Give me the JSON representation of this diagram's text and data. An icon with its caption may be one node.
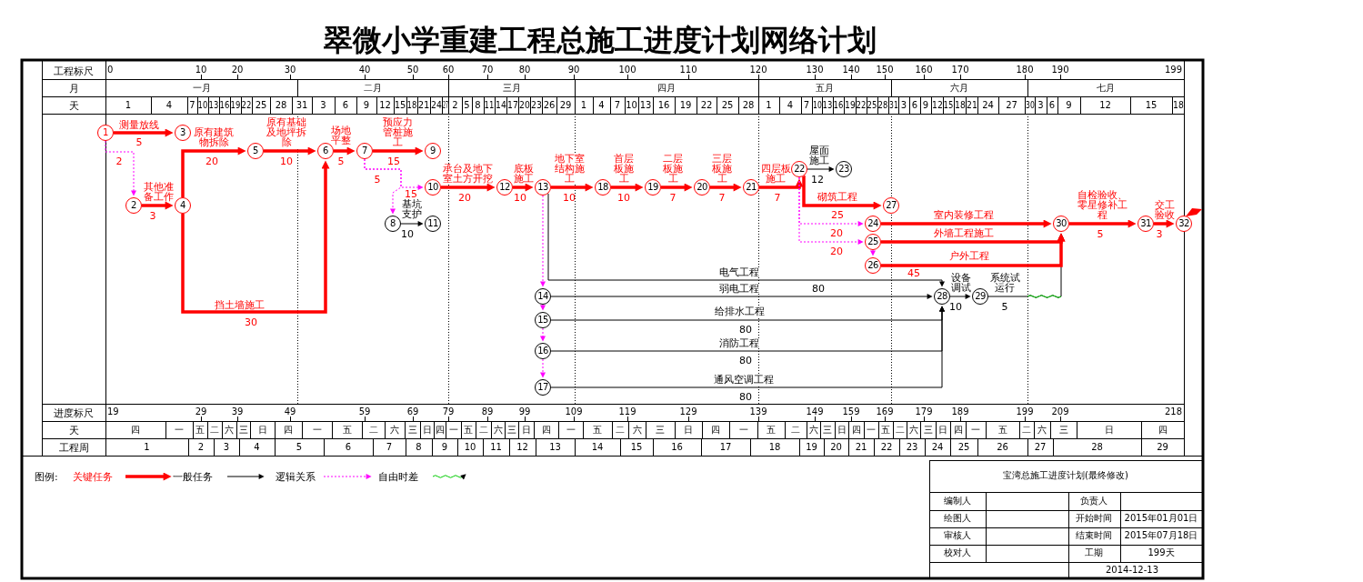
{
  "diagram": {
    "title": "翠微小学重建工程总施工进度计划网络计划",
    "nodes": [
      {
        "text": [
          "1"
        ]
      },
      {
        "text": [
          "2"
        ]
      },
      {
        "text": [
          "3"
        ]
      },
      {
        "text": [
          "4"
        ]
      },
      {
        "text": [
          "5"
        ]
      },
      {
        "text": [
          "6"
        ]
      },
      {
        "text": [
          "7"
        ]
      },
      {
        "text": [
          "8"
        ]
      },
      {
        "text": [
          "9"
        ]
      },
      {
        "text": [
          "10"
        ]
      },
      {
        "text": [
          "11"
        ]
      },
      {
        "text": [
          "12"
        ]
      },
      {
        "text": [
          "13"
        ]
      },
      {
        "text": [
          "14"
        ]
      },
      {
        "text": [
          "15"
        ]
      },
      {
        "text": [
          "16"
        ]
      },
      {
        "text": [
          "17"
        ]
      },
      {
        "text": [
          "18"
        ]
      },
      {
        "text": [
          "19"
        ]
      },
      {
        "text": [
          "20"
        ]
      },
      {
        "text": [
          "21"
        ]
      },
      {
        "text": [
          "22"
        ]
      },
      {
        "text": [
          "23"
        ]
      },
      {
        "text": [
          "24"
        ]
      },
      {
        "text": [
          "25"
        ]
      },
      {
        "text": [
          "26"
        ]
      },
      {
        "text": [
          "27"
        ]
      },
      {
        "text": [
          "28"
        ]
      },
      {
        "text": [
          "29"
        ]
      },
      {
        "text": [
          "30"
        ]
      },
      {
        "text": [
          "31"
        ]
      },
      {
        "text": [
          "32"
        ]
      }
    ],
    "edges": [
      {
        "from": 0,
        "to": 2,
        "arrow": "to",
        "label": "测量放线"
      },
      {
        "from": 0,
        "to": 1,
        "arrow": "to",
        "style": "dashed",
        "color": "#ff00ff"
      },
      {
        "from": 1,
        "to": 3,
        "arrow": "to",
        "label": "其他准备工作"
      },
      {
        "from": 3,
        "to": 4,
        "arrow": "to",
        "label": "原有建筑物拆除"
      },
      {
        "from": 3,
        "to": 5,
        "arrow": "to",
        "label": "挡土墙施工"
      },
      {
        "from": 4,
        "to": 5,
        "arrow": "to",
        "label": "原有基础及地坪拆除"
      },
      {
        "from": 5,
        "to": 6,
        "arrow": "to",
        "label": "场地平整"
      },
      {
        "from": 6,
        "to": 8,
        "arrow": "to",
        "label": "预应力管桩施工"
      },
      {
        "from": 6,
        "to": 9,
        "arrow": "to",
        "style": "dashed",
        "color": "#ff00ff"
      },
      {
        "from": 6,
        "to": 7,
        "arrow": "to",
        "style": "dashed",
        "color": "#ff00ff"
      },
      {
        "from": 7,
        "to": 10,
        "arrow": "to",
        "color": "#000000",
        "label": "基坑支护"
      },
      {
        "from": 9,
        "to": 11,
        "arrow": "to",
        "label": "承台及地下室土方开挖"
      },
      {
        "from": 11,
        "to": 12,
        "arrow": "to",
        "label": "底板施工"
      },
      {
        "from": 12,
        "to": 17,
        "arrow": "to",
        "label": "地下室结构施工"
      },
      {
        "from": 17,
        "to": 18,
        "arrow": "to",
        "label": "首层板施工"
      },
      {
        "from": 18,
        "to": 19,
        "arrow": "to",
        "label": "二层板施工"
      },
      {
        "from": 19,
        "to": 20,
        "arrow": "to",
        "label": "三层板施工"
      },
      {
        "from": 20,
        "to": 21,
        "arrow": "to",
        "label": "四层板施工"
      },
      {
        "from": 21,
        "to": 22,
        "arrow": "to",
        "color": "#000000",
        "label": "屋面施工"
      },
      {
        "from": 21,
        "to": 26,
        "arrow": "to",
        "label": "砌筑工程"
      },
      {
        "from": 21,
        "to": 23,
        "arrow": "to",
        "style": "dashed",
        "color": "#ff00ff"
      },
      {
        "from": 21,
        "to": 24,
        "arrow": "to",
        "style": "dashed",
        "color": "#ff00ff"
      },
      {
        "from": 24,
        "to": 25,
        "arrow": "to",
        "style": "dashed",
        "color": "#ff00ff"
      },
      {
        "from": 12,
        "to": 13,
        "arrow": "to",
        "style": "dashed",
        "color": "#ff00ff"
      },
      {
        "from": 13,
        "to": 14,
        "arrow": "to",
        "style": "dashed",
        "color": "#ff00ff"
      },
      {
        "from": 14,
        "to": 15,
        "arrow": "to",
        "style": "dashed",
        "color": "#ff00ff"
      },
      {
        "from": 15,
        "to": 16,
        "arrow": "to",
        "style": "dashed",
        "color": "#ff00ff"
      },
      {
        "from": 12,
        "to": 27,
        "arrow": "to",
        "color": "#000000",
        "label": "电气工程"
      },
      {
        "from": 13,
        "to": 27,
        "arrow": "to",
        "color": "#000000",
        "label": "弱电工程"
      },
      {
        "from": 14,
        "to": 27,
        "arrow": "to",
        "color": "#000000",
        "label": "给排水工程"
      },
      {
        "from": 15,
        "to": 27,
        "arrow": "to",
        "color": "#000000",
        "label": "消防工程"
      },
      {
        "from": 16,
        "to": 27,
        "arrow": "to",
        "color": "#000000",
        "label": "通风空调工程"
      },
      {
        "from": 27,
        "to": 28,
        "arrow": "to",
        "color": "#000000",
        "label": "设备调试"
      },
      {
        "from": 28,
        "to": 29,
        "arrow": "to",
        "color": "#000000",
        "label": "系统试运行"
      },
      {
        "from": 23,
        "to": 29,
        "arrow": "to",
        "label": "室内装修工程"
      },
      {
        "from": 24,
        "to": 29,
        "arrow": "to",
        "label": "外墙工程施工"
      },
      {
        "from": 25,
        "to": 29,
        "arrow": "to",
        "label": "户外工程"
      },
      {
        "from": 29,
        "to": 30,
        "arrow": "to",
        "label": "自检验收、零星修补工程"
      },
      {
        "from": 30,
        "to": 31,
        "arrow": "to",
        "label": "交工验收"
      }
    ],
    "labels": [
      "工程标尺",
      "0",
      "10",
      "20",
      "30",
      "40",
      "50",
      "60",
      "70",
      "80",
      "90",
      "100",
      "110",
      "120",
      "130",
      "140",
      "150",
      "160",
      "170",
      "180",
      "190",
      "199",
      "月",
      "一月",
      "二月",
      "三月",
      "四月",
      "五月",
      "六月",
      "七月",
      "天",
      "1",
      "4",
      "7",
      "10",
      "13",
      "16",
      "19",
      "22",
      "25",
      "28",
      "31",
      "3",
      "6",
      "9",
      "12",
      "15",
      "18",
      "21",
      "24",
      "27",
      "2",
      "5",
      "8",
      "11",
      "14",
      "17",
      "20",
      "23",
      "26",
      "29",
      "1",
      "4",
      "7",
      "10",
      "13",
      "16",
      "19",
      "22",
      "25",
      "28",
      "1",
      "4",
      "7",
      "10",
      "13",
      "16",
      "19",
      "22",
      "25",
      "28",
      "31",
      "3",
      "6",
      "9",
      "12",
      "15",
      "18",
      "21",
      "24",
      "27",
      "30",
      "3",
      "6",
      "9",
      "12",
      "15",
      "18",
      "进度标尺",
      "19",
      "29",
      "39",
      "49",
      "59",
      "69",
      "79",
      "89",
      "99",
      "109",
      "119",
      "129",
      "139",
      "149",
      "159",
      "169",
      "179",
      "189",
      "199",
      "209",
      "218",
      "天",
      "四",
      "一",
      "五",
      "二",
      "六",
      "三",
      "日",
      "四",
      "一",
      "五",
      "二",
      "六",
      "三",
      "日",
      "四",
      "一",
      "五",
      "二",
      "六",
      "三",
      "日",
      "四",
      "一",
      "五",
      "二",
      "六",
      "三",
      "日",
      "四",
      "一",
      "五",
      "二",
      "六",
      "三",
      "日",
      "四",
      "一",
      "五",
      "二",
      "六",
      "三",
      "日",
      "四",
      "一",
      "五",
      "二",
      "六",
      "三",
      "日",
      "四",
      "工程周",
      "1",
      "2",
      "3",
      "4",
      "5",
      "6",
      "7",
      "8",
      "9",
      "10",
      "11",
      "12",
      "13",
      "14",
      "15",
      "16",
      "17",
      "18",
      "19",
      "20",
      "21",
      "22",
      "23",
      "24",
      "25",
      "26",
      "27",
      "28",
      "29",
      "5",
      "2",
      "3",
      "20",
      "10",
      "5",
      "15",
      "5",
      "15",
      "10",
      "30",
      "20",
      "10",
      "10",
      "10",
      "7",
      "7",
      "7",
      "12",
      "25",
      "20",
      "20",
      "45",
      "80",
      "80",
      "80",
      "80",
      "10",
      "5",
      "5",
      "3",
      "图例:",
      "宝湾总施工进度计划(最终修改)",
      "编制人",
      "负责人",
      "绘图人",
      "开始时间",
      "2015年01月01日",
      "审核人",
      "结束时间",
      "2015年07月18日",
      "校对人",
      "工期",
      "199天",
      "2014-12-13"
    ],
    "legend": [
      {
        "text": "关键任务"
      },
      {
        "text": "一般任务"
      },
      {
        "text": "逻辑关系"
      },
      {
        "text": "自由时差"
      }
    ]
  }
}
